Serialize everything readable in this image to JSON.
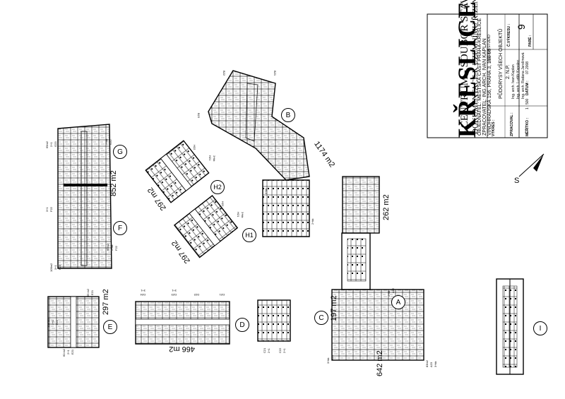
{
  "title_block": {
    "title": "KŘESLICE",
    "subtitle": "- CENTRUM - SOUBOR STAVEB",
    "doc_type": "DOKUMENTACE K ÚZEMNÍMU ŘÍZENÍ",
    "info_lines": [
      "OBJEDNATEL: MĚSTSKÁ ČÁST PRAHA-KŘESLICE",
      "ZPRACOVATEL: ING.ARCH. IVAN KAPLAN",
      "VINOHRADSKÁ 156, PRAHA 3, 130 00"
    ],
    "info_tail": "- AGORA STUDIO",
    "drawing_name_label": "VÝKRES :",
    "drawing_name": "PŮDORYSY VŠECH OBJEKTŮ",
    "floor": "2. N.P.",
    "authors_label": "ZPRACOVAL :",
    "authors": [
      "Ing. arch. Ivan Kaplan",
      "Ing. arch. Luděk Kapalec",
      "Ing. arch. Radana Jarolímová"
    ],
    "scale_label": "MĚŘÍTKO :",
    "scale": "1 : 500",
    "date_label": "DATUM :",
    "date": "07.2008",
    "sheet_label": "Č.VÝKRESU :",
    "sheet_number": "9",
    "part_label": "PARÉ :"
  },
  "north": {
    "label": "S"
  },
  "buildings": [
    {
      "id": "A",
      "area": "642 m2",
      "area2": "262 m2"
    },
    {
      "id": "B",
      "area": "1174 m2"
    },
    {
      "id": "C",
      "area": "197 m2"
    },
    {
      "id": "D",
      "area": "466 m2"
    },
    {
      "id": "E",
      "area": "297 m2"
    },
    {
      "id": "F",
      "area": "852 m2"
    },
    {
      "id": "G",
      "area": ""
    },
    {
      "id": "H1",
      "area": "297 m2"
    },
    {
      "id": "H2",
      "area": "297 m2"
    },
    {
      "id": "I",
      "area": ""
    }
  ],
  "unit_labels": {
    "E": [
      "109 m2",
      "2+1",
      "E22",
      "65 m2",
      "E21",
      "60 m2",
      "2+1",
      "E21"
    ],
    "F": [
      "109m2",
      "3+1",
      "F23",
      "65m2",
      "2+kk",
      "F22",
      "3+1",
      "F22"
    ],
    "G": [
      "69m2",
      "2+1",
      "G23",
      "2+kk",
      "G22"
    ],
    "D": [
      "D24",
      "3+1",
      "D23",
      "3+1",
      "D22",
      "D21"
    ],
    "C": [
      "C21",
      "2+1",
      "C22",
      "2+1"
    ],
    "A": [
      "83m2",
      "A23",
      "3+kk",
      "2+kk",
      "A22",
      "3+kk",
      "A21"
    ],
    "B": [
      "B21",
      "B22",
      "B23",
      "3+kk",
      "2+kk"
    ],
    "H1": [
      "H21",
      "3+kk",
      "H22"
    ],
    "H2": [
      "H21",
      "3+kk",
      "H22"
    ]
  }
}
